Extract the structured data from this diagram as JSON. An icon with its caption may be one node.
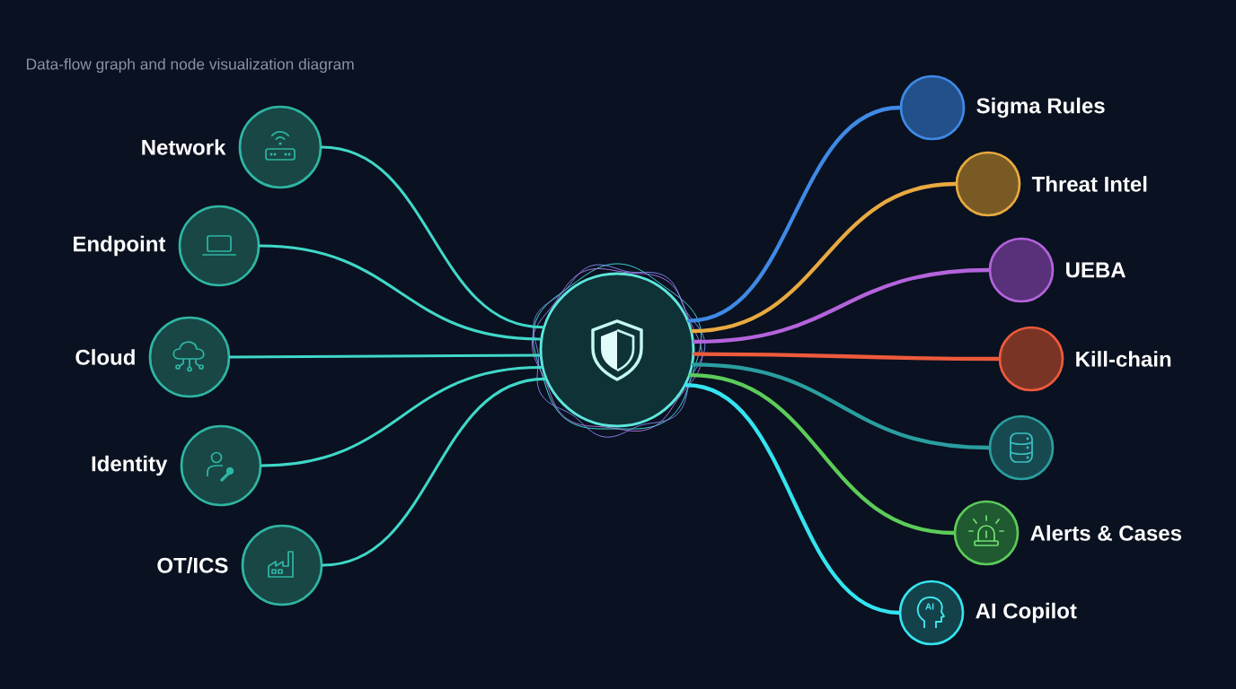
{
  "diagram": {
    "title": "Data-flow graph and node visualization diagram",
    "nodes": [
      {
        "text": [
          "Network"
        ]
      },
      {
        "text": [
          "Endpoint"
        ]
      },
      {
        "text": [
          "Cloud"
        ]
      },
      {
        "text": [
          "Identity"
        ]
      },
      {
        "text": [
          "OT/ICS"
        ]
      },
      {
        "text": [],
        "shape": "circle"
      },
      {
        "text": [
          "Sigma Rules"
        ]
      },
      {
        "text": [
          "Threat Intel"
        ]
      },
      {
        "text": [
          "UEBA"
        ]
      },
      {
        "text": [
          "Kill-chain"
        ]
      },
      {
        "text": [],
        "shape": "circle"
      },
      {
        "text": [
          "Alerts & Cases"
        ]
      },
      {
        "text": [
          "AI Copilot"
        ]
      }
    ],
    "edges": [
      {
        "from": 0,
        "to": 5,
        "arrow": "none"
      },
      {
        "from": 1,
        "to": 5,
        "arrow": "none"
      },
      {
        "from": 2,
        "to": 5,
        "arrow": "none"
      },
      {
        "from": 3,
        "to": 5,
        "arrow": "none"
      },
      {
        "from": 4,
        "to": 5,
        "arrow": "none"
      },
      {
        "from": 5,
        "to": 6,
        "arrow": "none",
        "color": "#3f8ae6"
      },
      {
        "from": 5,
        "to": 7,
        "arrow": "none",
        "color": "#e8aa40"
      },
      {
        "from": 5,
        "to": 8,
        "arrow": "none",
        "color": "#b463dc"
      },
      {
        "from": 5,
        "to": 9,
        "arrow": "none",
        "color": "#ee5a3c"
      },
      {
        "from": 5,
        "to": 10,
        "arrow": "none",
        "color": "#2a9ea0"
      },
      {
        "from": 5,
        "to": 11,
        "arrow": "none",
        "color": "#5ccc5a"
      },
      {
        "from": 5,
        "to": 12,
        "arrow": "none",
        "color": "#34e4f0"
      }
    ],
    "labels": [
      "AI"
    ]
  }
}
